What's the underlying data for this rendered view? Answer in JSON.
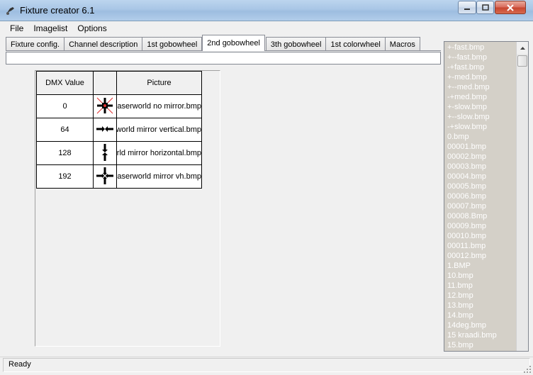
{
  "window": {
    "title": "Fixture creator 6.1",
    "app_icon": "fixture-icon"
  },
  "menu": [
    "File",
    "Imagelist",
    "Options"
  ],
  "tabs": [
    {
      "label": "Fixture config.",
      "active": false
    },
    {
      "label": "Channel description",
      "active": false
    },
    {
      "label": "1st gobowheel",
      "active": false
    },
    {
      "label": "2nd gobowheel",
      "active": true
    },
    {
      "label": "3th gobowheel",
      "active": false
    },
    {
      "label": "1st colorwheel",
      "active": false
    },
    {
      "label": "Macros",
      "active": false
    }
  ],
  "grid": {
    "headers": {
      "dmx": "DMX Value",
      "icon": "",
      "picture": "Picture"
    },
    "rows": [
      {
        "dmx": "0",
        "icon": "laser-no-mirror-icon",
        "picture": "laserworld no mirror.bmp"
      },
      {
        "dmx": "64",
        "icon": "laser-mirror-vertical-icon",
        "picture": "laserworld mirror vertical.bmp"
      },
      {
        "dmx": "128",
        "icon": "laser-mirror-horizontal-icon",
        "picture": "laserworld mirror horizontal.bmp"
      },
      {
        "dmx": "192",
        "icon": "laser-mirror-vh-icon",
        "picture": "laserworld mirror vh.bmp"
      }
    ]
  },
  "imagelist": [
    "+-fast.bmp",
    "+--fast.bmp",
    "-+fast.bmp",
    "+-med.bmp",
    "+--med.bmp",
    "-+med.bmp",
    "+-slow.bmp",
    "+--slow.bmp",
    "-+slow.bmp",
    "0.bmp",
    "00001.bmp",
    "00002.bmp",
    "00003.bmp",
    "00004.bmp",
    "00005.bmp",
    "00006.bmp",
    "00007.bmp",
    "00008.Bmp",
    "00009.bmp",
    "00010.bmp",
    "00011.bmp",
    "00012.bmp",
    "1.BMP",
    "10.bmp",
    "11.bmp",
    "12.bmp",
    "13.bmp",
    "14.bmp",
    "14deg.bmp",
    "15 kraadi.bmp",
    "15.bmp"
  ],
  "status": {
    "text": "Ready"
  },
  "colors": {
    "list_bg": "#d4d0c8",
    "list_text": "#ffffff",
    "titlebar": "#a9c6e6"
  }
}
